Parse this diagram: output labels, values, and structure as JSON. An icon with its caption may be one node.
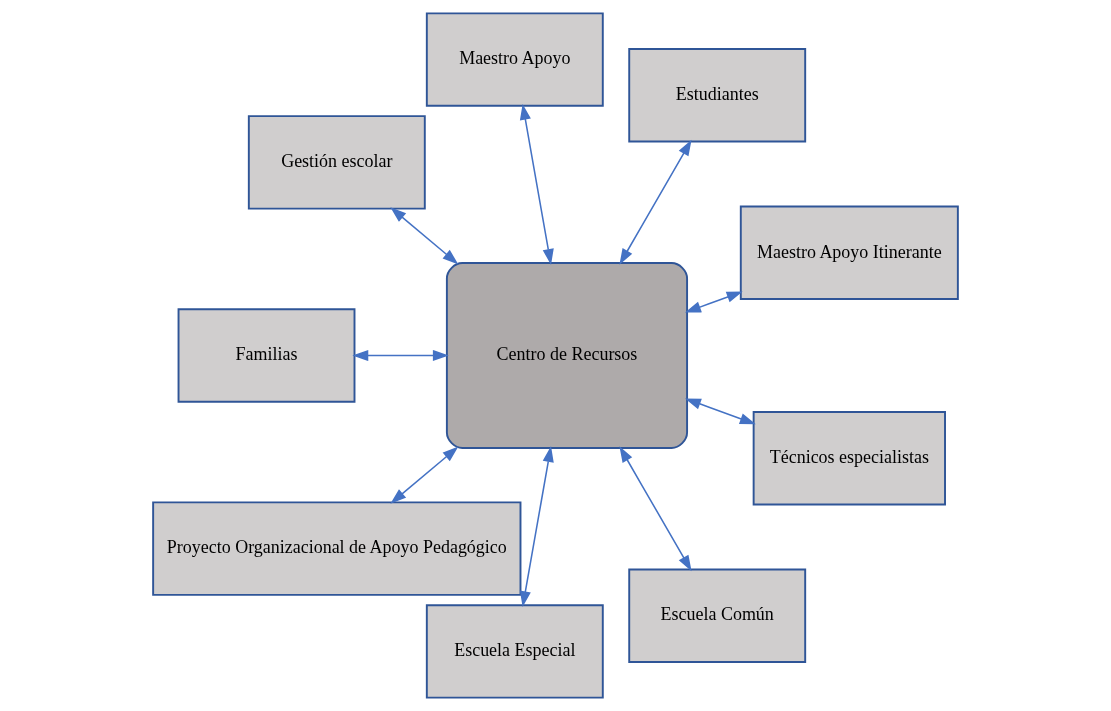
{
  "diagram": {
    "nodes": [
      {
        "text": [
          "Maestro Apoyo Itinerante"
        ]
      },
      {
        "text": [
          "Estudiantes"
        ]
      },
      {
        "text": [
          "Maestro Apoyo"
        ]
      },
      {
        "text": [
          "Centro de Recursos"
        ]
      },
      {
        "text": [
          "Gestión escolar"
        ]
      },
      {
        "text": [
          "Familias"
        ]
      },
      {
        "text": [
          "Proyecto Organizacional de Apoyo Pedagógico"
        ]
      },
      {
        "text": [
          "Escuela Especial"
        ]
      },
      {
        "text": [
          "Escuela Común"
        ]
      },
      {
        "text": [
          "Técnicos especialistas"
        ]
      }
    ],
    "edges": [
      {
        "from": 3,
        "to": 0,
        "arrow": "both"
      },
      {
        "from": 3,
        "to": 1,
        "arrow": "both"
      },
      {
        "from": 3,
        "to": 2,
        "arrow": "both"
      },
      {
        "from": 3,
        "to": 4,
        "arrow": "both"
      },
      {
        "from": 3,
        "to": 5,
        "arrow": "both"
      },
      {
        "from": 3,
        "to": 6,
        "arrow": "both"
      },
      {
        "from": 3,
        "to": 7,
        "arrow": "both"
      },
      {
        "from": 3,
        "to": 8,
        "arrow": "both"
      },
      {
        "from": 3,
        "to": 9,
        "arrow": "both"
      }
    ]
  }
}
